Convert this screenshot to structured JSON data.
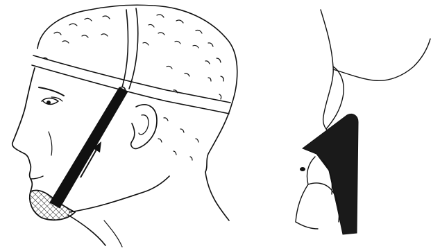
{
  "figure": {
    "panels": [
      {
        "id": "left",
        "subject": "head-profile-with-chin-cup-and-headgear",
        "arrow_direction": "upward-backward"
      },
      {
        "id": "right",
        "subject": "incisor-and-appliance-cross-section"
      }
    ],
    "colors": {
      "ink": "#111111",
      "fill": "#1a1a1a",
      "background": "#ffffff"
    }
  }
}
